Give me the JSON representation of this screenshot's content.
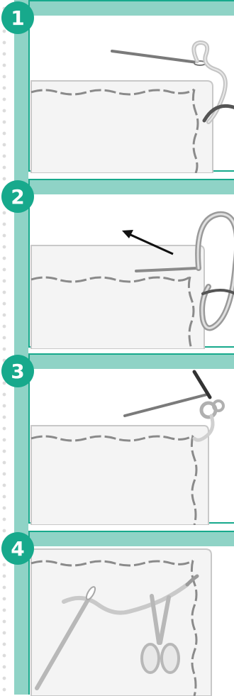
{
  "steps": [
    {
      "number": "1"
    },
    {
      "number": "2"
    },
    {
      "number": "3"
    },
    {
      "number": "4"
    }
  ],
  "colors": {
    "accent": "#17a98c",
    "accent_light": "#8fd3c6",
    "thread": "#b8b8b8",
    "fabric": "#f2f2f2"
  }
}
